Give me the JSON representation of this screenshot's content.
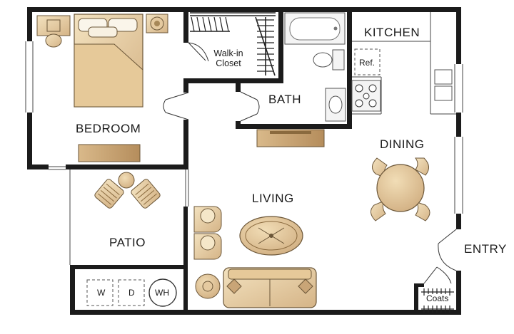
{
  "rooms": {
    "bedroom": "BEDROOM",
    "walk_in_closet_line1": "Walk-in",
    "walk_in_closet_line2": "Closet",
    "bath": "BATH",
    "kitchen": "KITCHEN",
    "dining": "DINING",
    "living": "LIVING",
    "patio": "PATIO",
    "entry": "ENTRY",
    "coats": "Coats"
  },
  "appliances": {
    "refrigerator": "Ref.",
    "washer": "W",
    "dryer": "D",
    "water_heater": "WH"
  },
  "colors": {
    "wall": "#1b1b1b",
    "furniture_fill": "#e9d2a6",
    "furniture_dark": "#c9a577",
    "furniture_stroke": "#6b5638",
    "fixture_fill": "#f4f4f4",
    "fixture_stroke": "#555555"
  }
}
